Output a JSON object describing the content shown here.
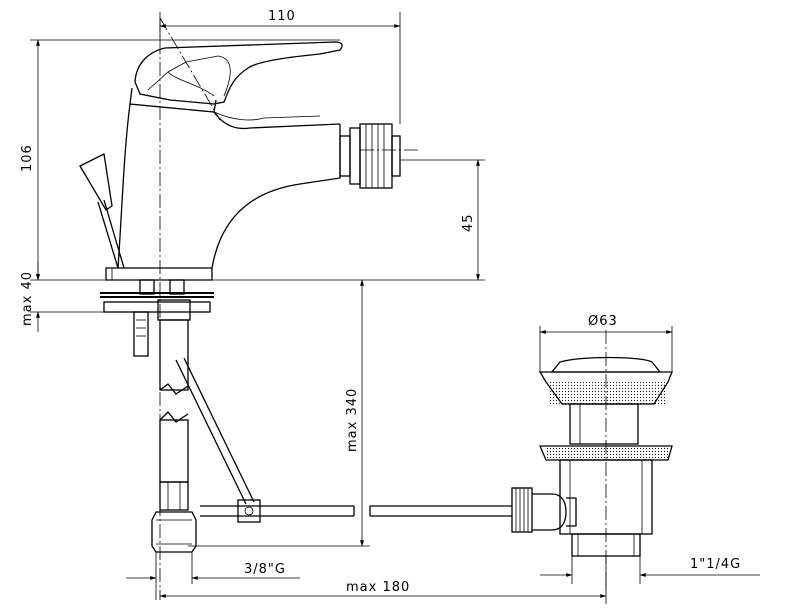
{
  "dimensions": {
    "width_top": "110",
    "height_left": "106",
    "outlet_height": "45",
    "max_deck": "max 40",
    "max_hose": "max 340",
    "waste_diameter": "Ø63",
    "hose_thread": "3/8\"G",
    "max_rod": "max 180",
    "waste_thread": "1\"1/4G"
  }
}
